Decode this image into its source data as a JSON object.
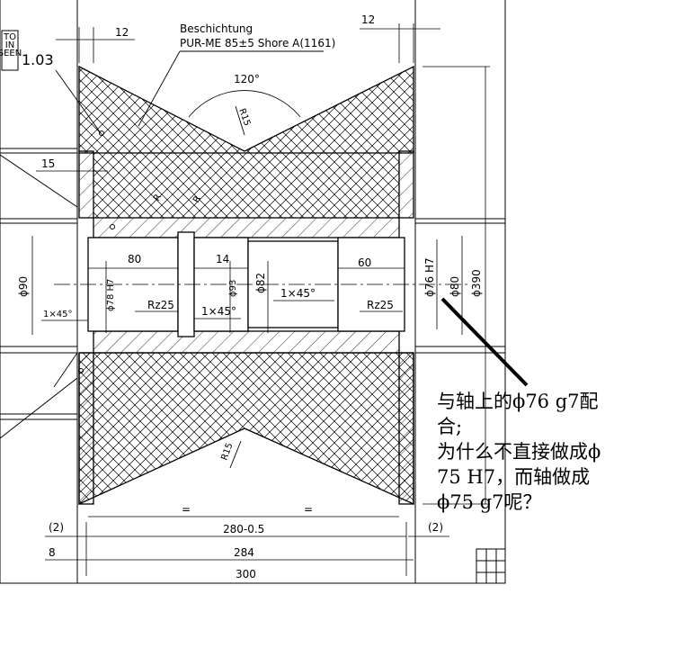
{
  "stamp": {
    "label": "TO\nIN\nSEEN",
    "lines": [
      "TO",
      "IN",
      "SEEN"
    ]
  },
  "part_number": "1.03",
  "coating": {
    "label": "Beschichtung",
    "spec": "PUR-ME 85±5 Shore A(1161)"
  },
  "dims": {
    "top_left_12": "12",
    "top_right_12": "12",
    "angle": "120°",
    "radius_top": "R15",
    "radius_bottom": "R15",
    "left_15": "15",
    "radius_small_a": "R",
    "radius_small_b": "R",
    "len_80": "80",
    "len_14": "14",
    "len_60": "60",
    "dia_90": "ϕ90",
    "dia_78": "ϕ78 H7",
    "dia_93": "ϕ93",
    "dia_82": "ϕ82",
    "dia_76": "ϕ76 H7",
    "dia_80": "ϕ80",
    "dia_390": "ϕ390",
    "chamfer_a": "1×45°",
    "chamfer_b": "1×45°",
    "chamfer_c": "1×45°",
    "rz_a": "Rz25",
    "rz_b": "Rz25",
    "eq_a": "=",
    "eq_b": "=",
    "width_280": "280-0.5",
    "width_284": "284",
    "width_300": "300",
    "gap_left": "(2)",
    "gap_right": "(2)",
    "left_8": "8"
  },
  "question": {
    "line1": "与轴上的ϕ76 g7配",
    "line2": "合;",
    "line3": "为什么不直接做成ϕ",
    "line4": "75 H7，而轴做成",
    "line5": "ϕ75 g7呢？"
  }
}
